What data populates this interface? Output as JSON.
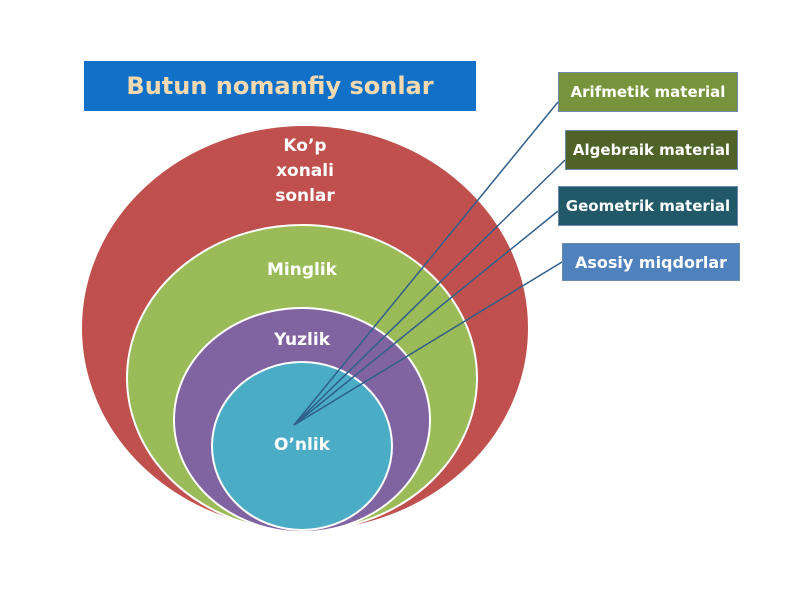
{
  "title": "Butun nomanfiy sonlar",
  "rings": [
    {
      "label_lines": [
        "Ko’p",
        "xonali",
        "sonlar"
      ],
      "color": "#c0504d"
    },
    {
      "label_lines": [
        "Minglik"
      ],
      "color": "#9bbb59"
    },
    {
      "label_lines": [
        "Yuzlik"
      ],
      "color": "#8064a2"
    },
    {
      "label_lines": [
        "O’nlik"
      ],
      "color": "#4bacc6"
    }
  ],
  "callouts": [
    {
      "label": "Arifmetik material",
      "color": "#77933c"
    },
    {
      "label": "Algebraik material",
      "color": "#4f6228"
    },
    {
      "label": "Geometrik material",
      "color": "#215968"
    },
    {
      "label": "Asosiy miqdorlar",
      "color": "#4f81bd"
    }
  ],
  "colors": {
    "title_bg": "#1170c8",
    "title_text": "#f3d9b0",
    "connector": "#2e5f8a"
  }
}
